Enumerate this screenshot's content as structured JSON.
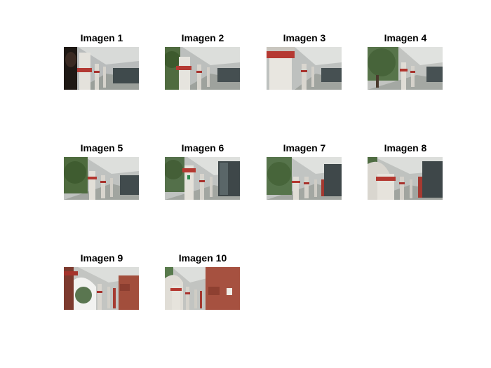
{
  "figure": {
    "background": "#ffffff",
    "tiles": [
      {
        "title": "Imagen 1"
      },
      {
        "title": "Imagen 2"
      },
      {
        "title": "Imagen 3"
      },
      {
        "title": "Imagen 4"
      },
      {
        "title": "Imagen 5"
      },
      {
        "title": "Imagen 6"
      },
      {
        "title": "Imagen 7"
      },
      {
        "title": "Imagen 8"
      },
      {
        "title": "Imagen 9"
      },
      {
        "title": "Imagen 10"
      }
    ]
  }
}
